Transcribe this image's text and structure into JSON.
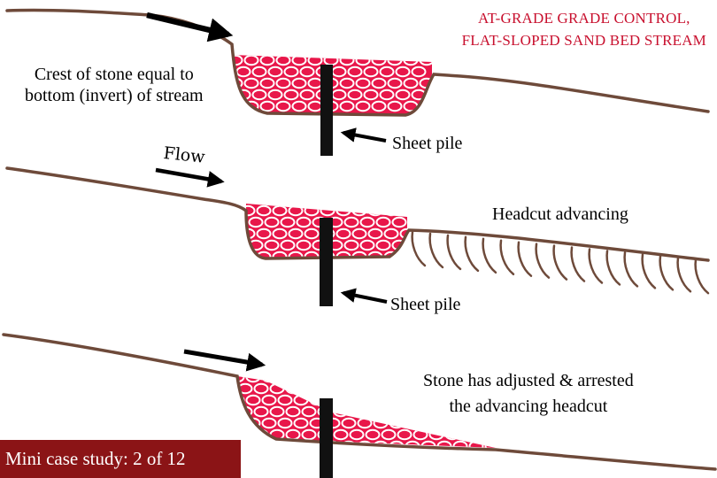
{
  "title": {
    "line1": "AT-GRADE GRADE CONTROL,",
    "line2": "FLAT-SLOPED SAND BED STREAM"
  },
  "labels": {
    "crest_line1": "Crest of stone equal to",
    "crest_line2": "bottom (invert) of stream",
    "flow": "Flow",
    "sheet_pile_1": "Sheet pile",
    "headcut": "Headcut advancing",
    "sheet_pile_2": "Sheet pile",
    "adjusted_line1": "Stone has adjusted & arrested",
    "adjusted_line2": "the advancing headcut"
  },
  "footer": {
    "case_study": "Mini case study: 2 of  12"
  },
  "colors": {
    "ground": "#6e4a3a",
    "stone_fill": "#e8174a",
    "stone_outline": "#ffffff",
    "sheet_pile": "#111111",
    "title": "#c8102e",
    "badge_bg": "#8b1416"
  }
}
